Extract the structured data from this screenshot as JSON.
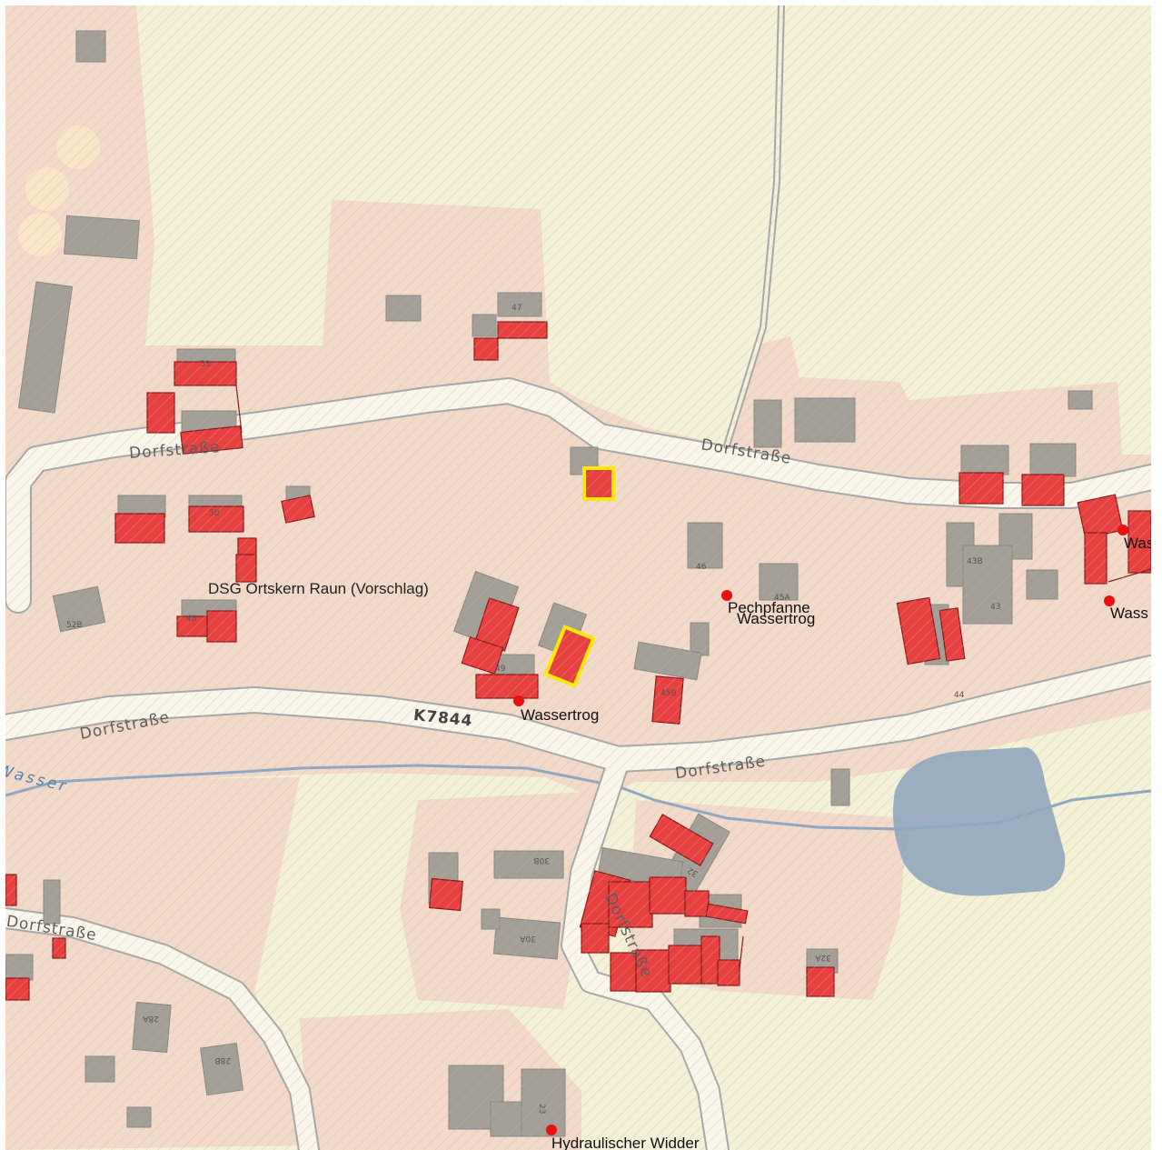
{
  "map": {
    "street_labels": {
      "dorfstrasse_1": "Dorfstraße",
      "dorfstrasse_2": "Dorfstraße",
      "dorfstrasse_3": "Dorfstraße",
      "dorfstrasse_4": "Dorfstraße",
      "dorfstrasse_5": "Dorfstraße",
      "dorfstrasse_6": "Dorfstraße"
    },
    "road_id": "K7844",
    "zone_label": "DSG Ortskern Raun (Vorschlag)",
    "water_label": "Wasser",
    "poi_labels": {
      "wassertrog_1": "Wassertrog",
      "pechpfanne": "Pechpfanne",
      "wassertrog_2": "Wassertrog",
      "wassertrog_3": "Wass",
      "wassertrog_4": "Wass",
      "hydraulischer_widder": "Hydraulischer Widder"
    },
    "house_numbers": [
      "47",
      "53",
      "50",
      "52B",
      "48",
      "49",
      "46",
      "45A",
      "45B",
      "43B",
      "43",
      "44",
      "30B",
      "30A",
      "32",
      "32A",
      "28A",
      "28B",
      "23"
    ],
    "colors": {
      "settlement": "#f2d9c8",
      "agriculture": "#f4f1d6",
      "building_grey": "#a39e96",
      "building_highlight": "#e8403e",
      "selection": "#ffea00",
      "water": "#8fa6bd",
      "road": "#fbf6ea"
    }
  }
}
